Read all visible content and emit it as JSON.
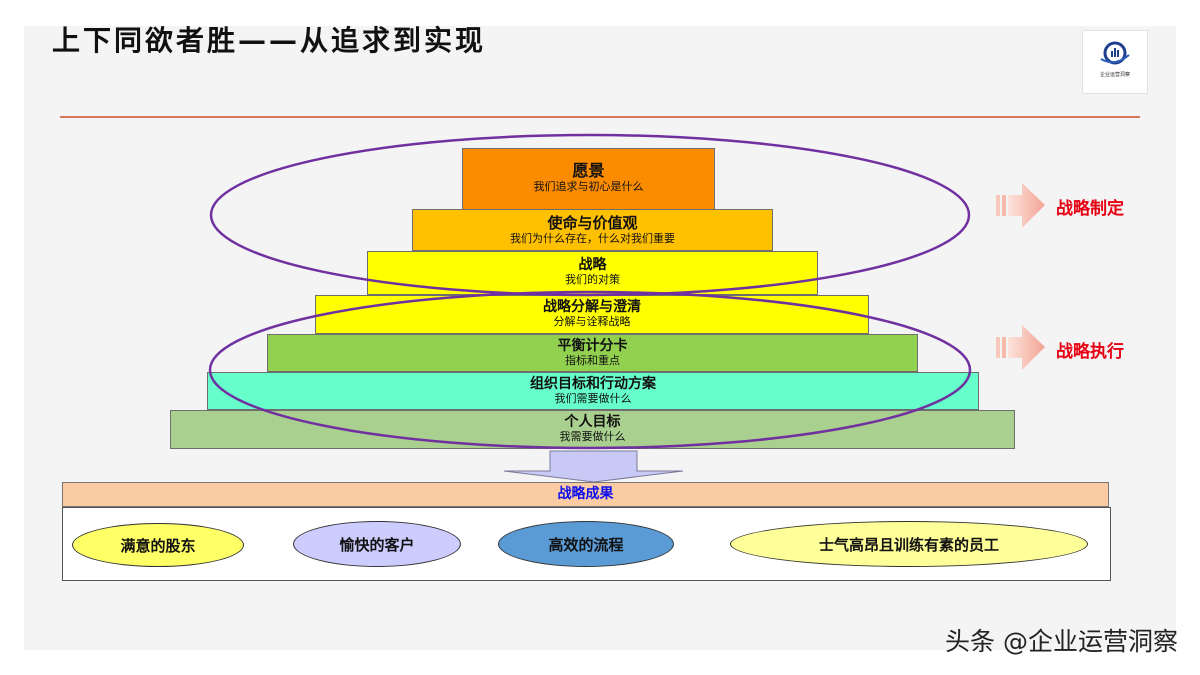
{
  "header": {
    "title": "上下同欲者胜——从追求到实现",
    "logo_text": "企业运营洞察"
  },
  "pyramid": [
    {
      "title": "愿景",
      "subtitle": "我们追求与初心是什么",
      "color": "#fb8c00"
    },
    {
      "title": "使命与价值观",
      "subtitle": "我们为什么存在，什么对我们重要",
      "color": "#ffc000"
    },
    {
      "title": "战略",
      "subtitle": "我们的对策",
      "color": "#ffff00"
    },
    {
      "title": "战略分解与澄清",
      "subtitle": "分解与诠释战略",
      "color": "#ffff00"
    },
    {
      "title": "平衡计分卡",
      "subtitle": "指标和重点",
      "color": "#92d050"
    },
    {
      "title": "组织目标和行动方案",
      "subtitle": "我们需要做什么",
      "color": "#66ffcc"
    },
    {
      "title": "个人目标",
      "subtitle": "我需要做什么",
      "color": "#a9d08e"
    }
  ],
  "side_labels": {
    "formulation": "战略制定",
    "execution": "战略执行"
  },
  "outcomes": {
    "title": "战略成果",
    "items": [
      {
        "label": "满意的股东",
        "color": "#ffff66"
      },
      {
        "label": "愉快的客户",
        "color": "#ccccff"
      },
      {
        "label": "高效的流程",
        "color": "#5b9bd5"
      },
      {
        "label": "士气高昂且训练有素的员工",
        "color": "#ffff99"
      }
    ]
  },
  "watermark": "头条 @企业运营洞察"
}
